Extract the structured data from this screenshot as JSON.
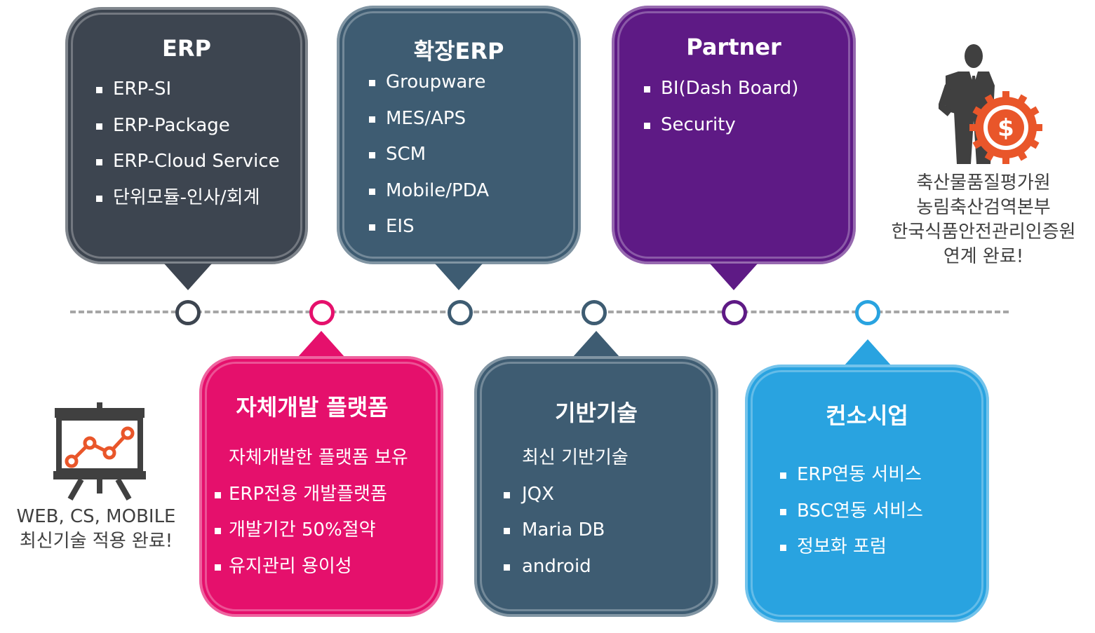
{
  "cards": {
    "erp": {
      "title": "ERP",
      "items": [
        "ERP-SI",
        "ERP-Package",
        "ERP-Cloud Service",
        "단위모듈-인사/회계"
      ]
    },
    "ext_erp": {
      "title": "확장ERP",
      "items": [
        "Groupware",
        "MES/APS",
        "SCM",
        "Mobile/PDA",
        "EIS"
      ]
    },
    "partner": {
      "title": "Partner",
      "items": [
        "BI(Dash Board)",
        "Security"
      ]
    },
    "platform": {
      "title": "자체개발 플랫폼",
      "intro": "자체개발한 플랫폼 보유",
      "items": [
        "ERP전용 개발플랫폼",
        "개발기간 50%절약",
        "유지관리 용이성"
      ]
    },
    "base_tech": {
      "title": "기반기술",
      "intro": "최신 기반기술",
      "items": [
        "JQX",
        "Maria DB",
        "android"
      ]
    },
    "consulting": {
      "title": "컨소시업",
      "items": [
        "ERP연동 서비스",
        "BSC연동 서비스",
        "정보화 포럼"
      ]
    }
  },
  "right_caption": [
    "축산물품질평가원",
    "농림축산검역본부",
    "한국식품안전관리인증원",
    "연계 완료!"
  ],
  "left_caption": [
    "WEB, CS, MOBILE",
    "최신기술 적용 완료!"
  ],
  "colors": {
    "erp": "#3d4550",
    "ext_erp": "#3e5c72",
    "partner": "#5e1a85",
    "platform": "#e5106c",
    "base_tech": "#3e5c72",
    "consulting": "#29a3e0",
    "icon_orange": "#e9562a",
    "icon_dark": "#404040"
  },
  "icons": {
    "presentation": "presentation-chart-icon",
    "businessman": "businessman-dollar-icon"
  }
}
